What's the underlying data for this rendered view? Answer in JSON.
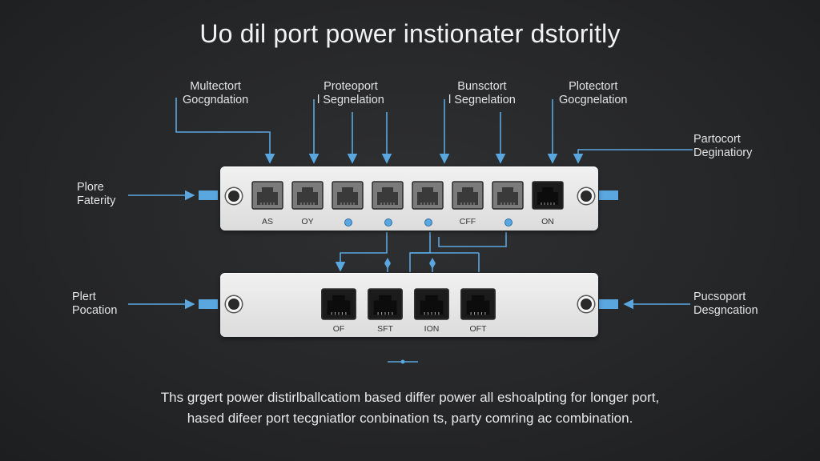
{
  "title": "Uo dil port power instionater dstoritly",
  "top_labels": [
    [
      "Multectort",
      "Gocgndation"
    ],
    [
      "Proteoport",
      "l Segnelation"
    ],
    [
      "Bunsctort",
      "l Segnelation"
    ],
    [
      "Plotectort",
      "Gocgnelation"
    ]
  ],
  "right_top_label": [
    "Partocort",
    "Deginatiory"
  ],
  "left_top_label": [
    "Plore",
    "Faterity"
  ],
  "left_bottom_label": [
    "Plert",
    "Pocation"
  ],
  "right_bottom_label": [
    "Pucsoport",
    "Desgncation"
  ],
  "top_panel_ports": [
    "AS",
    "OY",
    "",
    "",
    "",
    "CFF",
    "",
    "ON"
  ],
  "bottom_panel_ports": [
    "OF",
    "SFT",
    "ION",
    "OFT"
  ],
  "caption": [
    "Ths grgert power distirlballcatiom based differ power all eshoalpting for longer port,",
    "hased difeer port tecgniatlor conbination ts, party comring ac combination."
  ],
  "colors": {
    "accent": "#5aa7e0",
    "panel": "#e8e8e8",
    "background": "#262729"
  }
}
